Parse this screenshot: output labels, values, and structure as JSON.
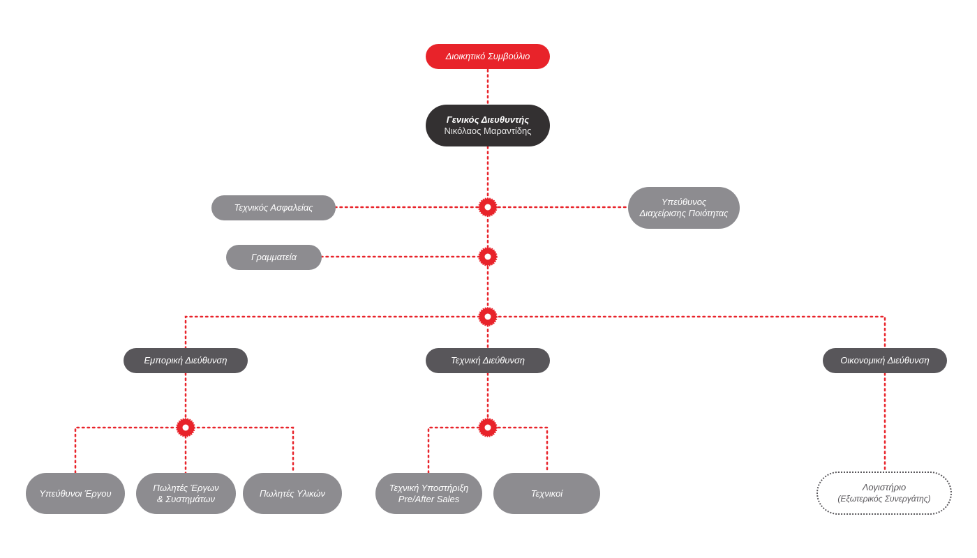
{
  "colors": {
    "accent": "#e8232a",
    "dark": "#333031",
    "medium": "#58565a",
    "light_gray": "#8d8c90"
  },
  "board": "Διοικητικό Συμβούλιο",
  "gm": {
    "title": "Γενικός Διευθυντής",
    "name": "Νικόλαος Μαραντίδης"
  },
  "staff": {
    "safety": "Τεχνικός Ασφαλείας",
    "quality_line1": "Υπεύθυνος",
    "quality_line2": "Διαχείρισης Ποιότητας",
    "secretariat": "Γραμματεία"
  },
  "departments": {
    "commercial": "Εμπορική Διεύθυνση",
    "technical": "Τεχνική Διεύθυνση",
    "financial": "Οικονομική Διεύθυνση"
  },
  "commercial_units": {
    "project_managers": "Υπεύθυνοι Έργου",
    "sales_projects_line1": "Πωλητές Έργων",
    "sales_projects_line2": "& Συστημάτων",
    "sales_materials": "Πωλητές Υλικών"
  },
  "technical_units": {
    "support_line1": "Τεχνική Υποστήριξη",
    "support_line2": "Pre/After Sales",
    "technicians": "Τεχνικοί"
  },
  "financial_units": {
    "accounting": "Λογιστήριο",
    "accounting_note": "(Εξωτερικός Συνεργάτης)"
  }
}
